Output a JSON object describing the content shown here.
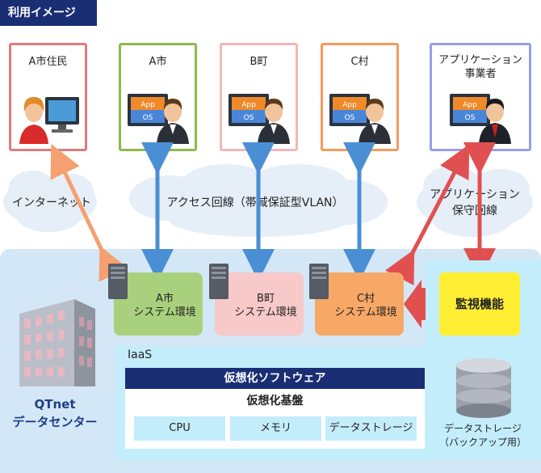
{
  "header": {
    "tag": "利用イメージ"
  },
  "users": [
    {
      "name": "A市住民",
      "color": "#e07a7a",
      "role": "resident"
    },
    {
      "name": "A市",
      "color": "#8db94a",
      "role": "admin"
    },
    {
      "name": "B町",
      "color": "#f0b8b8",
      "role": "admin"
    },
    {
      "name": "C村",
      "color": "#f59a5c",
      "role": "admin"
    },
    {
      "name": "アプリケーション\n事業者",
      "color": "#9a9de8",
      "role": "admin"
    }
  ],
  "screen": {
    "app": "App",
    "os": "OS"
  },
  "networks": {
    "internet": "インターネット",
    "access": "アクセス回線（帯域保証型VLAN）",
    "maint": [
      "アプリケーション",
      "保守回線"
    ]
  },
  "systems": [
    {
      "line1": "A市",
      "line2": "システム環境",
      "color": "#a9d17d"
    },
    {
      "line1": "B町",
      "line2": "システム環境",
      "color": "#f7c9c9"
    },
    {
      "line1": "C村",
      "line2": "システム環境",
      "color": "#f8a866"
    }
  ],
  "monitor": "監視機能",
  "iaas": {
    "label": "IaaS",
    "software": "仮想化ソフトウェア",
    "base": "仮想化基盤",
    "resources": [
      "CPU",
      "メモリ",
      "データストレージ"
    ]
  },
  "datacenter": [
    "QTnet",
    "データセンター"
  ],
  "storage": [
    "データストレージ",
    "（バックアップ用）"
  ],
  "colors": {
    "navy": "#1a2e74",
    "arrow_blue": "#4a8fd4",
    "arrow_orange": "#f5a070",
    "arrow_red": "#e05050",
    "monitor": "#ffee33"
  }
}
